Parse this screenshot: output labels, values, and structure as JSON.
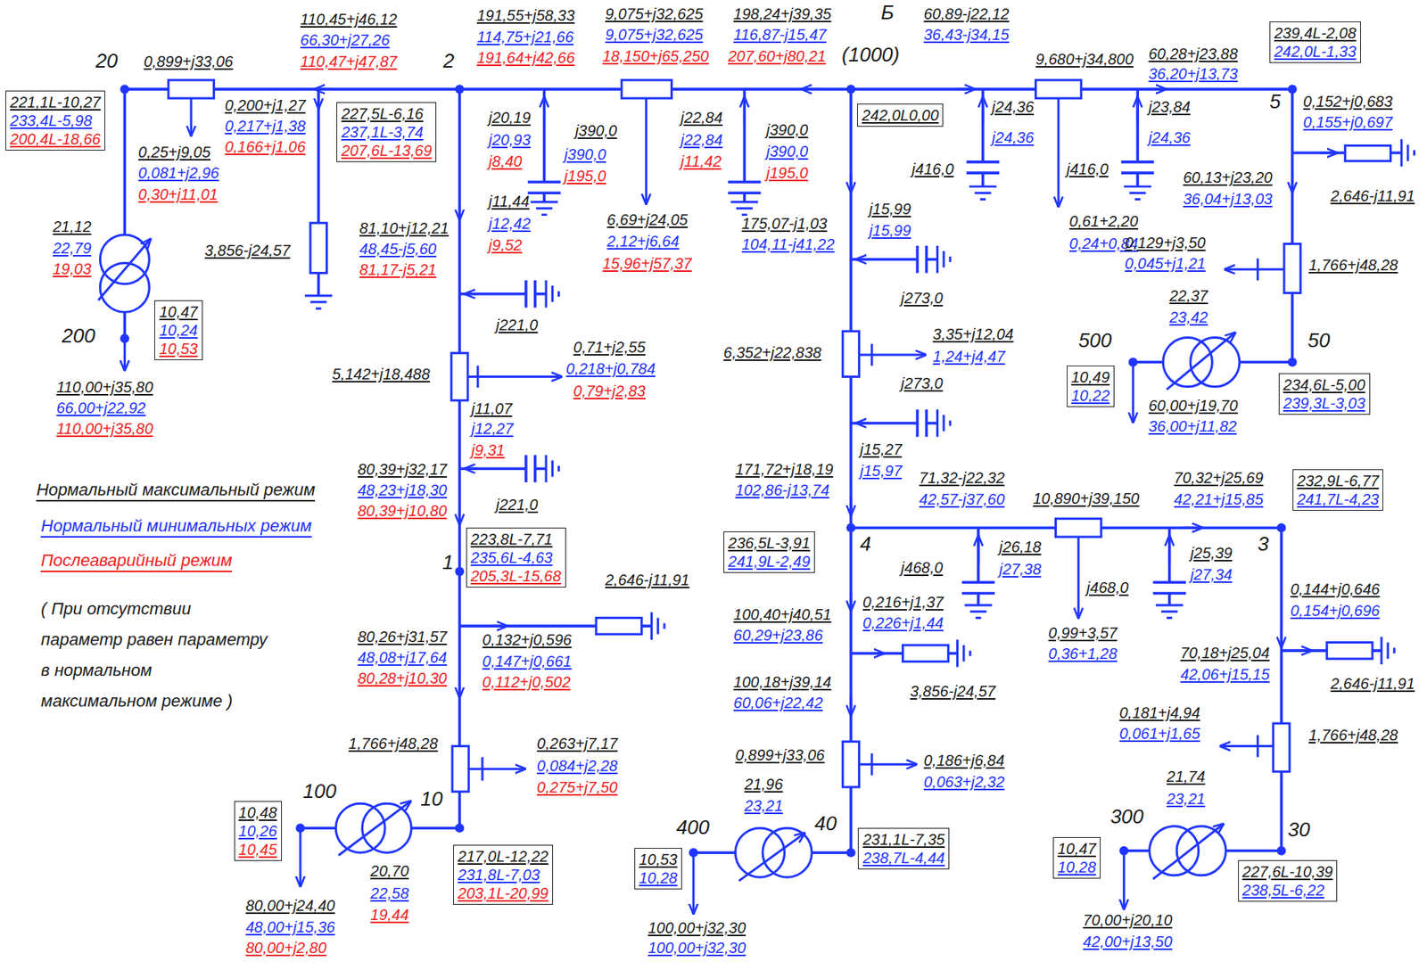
{
  "diagram": {
    "nodes": [
      {
        "text": [
          "239,4L-2,08",
          "242,0L-1,33"
        ]
      },
      {
        "text": [
          "221,1L-10,27",
          "233,4L-5,98",
          "200,4L-18,66"
        ]
      },
      {
        "text": [
          "227,5L-6,16",
          "237,1L-3,74",
          "207,6L-13,69"
        ]
      },
      {
        "text": [
          "242,0L0,00"
        ]
      },
      {
        "text": [
          "10,47",
          "10,24",
          "10,53"
        ]
      },
      {
        "text": [
          "10,49",
          "10,22"
        ]
      },
      {
        "text": [
          "234,6L-5,00",
          "239,3L-3,03"
        ]
      },
      {
        "text": [
          "232,9L-6,77",
          "241,7L-4,23"
        ]
      },
      {
        "text": [
          "223,8L-7,71",
          "235,6L-4,63",
          "205,3L-15,68"
        ]
      },
      {
        "text": [
          "236,5L-3,91",
          "241,9L-2,49"
        ]
      },
      {
        "text": [
          "10,48",
          "10,26",
          "10,45"
        ]
      },
      {
        "text": [
          "217,0L-12,22",
          "231,8L-7,03",
          "203,1L-20,99"
        ]
      },
      {
        "text": [
          "231,1L-7,35",
          "238,7L-4,44"
        ]
      },
      {
        "text": [
          "10,53",
          "10,28"
        ]
      },
      {
        "text": [
          "10,47",
          "10,28"
        ]
      },
      {
        "text": [
          "227,6L-10,39",
          "238,5L-6,22"
        ]
      }
    ],
    "labels": [
      "20",
      "0,899+j33,06",
      "110,45+j46,12",
      "66,30+j27,26",
      "110,47+j47,87",
      "2",
      "191,55+j58,33",
      "114,75+j21,66",
      "191,64+j42,66",
      "9,075+j32,625",
      "9,075+j32,625",
      "18,150+j65,250",
      "198,24+j39,35",
      "116,87-j15,47",
      "207,60+j80,21",
      "Б",
      "(1000)",
      "60,89-j22,12",
      "36,43-j34,15",
      "9,680+j34,800",
      "60,28+j23,88",
      "36,20+j13,73",
      "j24,36",
      "j24,36",
      "j416,0",
      "j23,84",
      "j24,36",
      "j416,0",
      "0,61+2,20",
      "0,24+0,84",
      "5",
      "0,152+j0,683",
      "0,155+j0,697",
      "2,646-j11,91",
      "60,13+j23,20",
      "36,04+j13,03",
      "0,129+j3,50",
      "0,045+j1,21",
      "1,766+j48,28",
      "22,37",
      "23,42",
      "500",
      "50",
      "60,00+j19,70",
      "36,00+j11,82",
      "0,200+j1,27",
      "0,217+j1,38",
      "0,166+j1,06",
      "0,25+j9,05",
      "0,081+j2,96",
      "0,30+j11,01",
      "3,856-j24,57",
      "21,12",
      "22,79",
      "19,03",
      "200",
      "110,00+j35,80",
      "66,00+j22,92",
      "110,00+j35,80",
      "j20,19",
      "j20,93",
      "j8,40",
      "j390,0",
      "j390,0",
      "j195,0",
      "j22,84",
      "j22,84",
      "j11,42",
      "j390,0",
      "j390,0",
      "j195,0",
      "6,69+j24,05",
      "2,12+j6,64",
      "15,96+j57,37",
      "81,10+j12,21",
      "48,45-j5,60",
      "81,17-j5,21",
      "j11,44",
      "j12,42",
      "j9,52",
      "j221,0",
      "5,142+j18,488",
      "0,71+j2,55",
      "0,218+j0,784",
      "0,79+j2,83",
      "j11,07",
      "j12,27",
      "j9,31",
      "j221,0",
      "80,39+j32,17",
      "48,23+j18,30",
      "80,39+j10,80",
      "1",
      "2,646-j11,91",
      "0,132+j0,596",
      "0,147+j0,661",
      "0,112+j0,502",
      "80,26+j31,57",
      "48,08+j17,64",
      "80,28+j10,30",
      "1,766+j48,28",
      "0,263+j7,17",
      "0,084+j2,28",
      "0,275+j7,50",
      "100",
      "10",
      "20,70",
      "22,58",
      "19,44",
      "80,00+j24,40",
      "48,00+j15,36",
      "80,00+j2,80",
      "j15,99",
      "j15,99",
      "175,07-j1,03",
      "104,11-j41,22",
      "j273,0",
      "3,35+j12,04",
      "1,24+j4,47",
      "6,352+j22,838",
      "j273,0",
      "j15,27",
      "j15,97",
      "171,72+j18,19",
      "102,86-j13,74",
      "71,32-j22,32",
      "42,57-j37,60",
      "10,890+j39,150",
      "70,32+j25,69",
      "42,21+j15,85",
      "4",
      "3",
      "j468,0",
      "j26,18",
      "j27,38",
      "j25,39",
      "j27,34",
      "j468,0",
      "0,216+j1,37",
      "0,226+j1,44",
      "100,40+j40,51",
      "60,29+j23,86",
      "0,99+3,57",
      "0,36+1,28",
      "0,144+j0,646",
      "0,154+j0,696",
      "70,18+j25,04",
      "42,06+j15,15",
      "100,18+j39,14",
      "60,06+j22,42",
      "3,856-j24,57",
      "2,646-j11,91",
      "0,181+j4,94",
      "0,061+j1,65",
      "1,766+j48,28",
      "0,899+j33,06",
      "0,186+j6,84",
      "0,063+j2,32",
      "21,96",
      "23,21",
      "21,74",
      "23,21",
      "300",
      "400",
      "40",
      "30",
      "100,00+j32,30",
      "100,00+j32,30",
      "70,00+j20,10",
      "42,00+j13,50",
      "( При отсутствии параметр равен параметру в нормальном максимальном режиме )"
    ],
    "legend": [
      {
        "text": "Нормальный максимальный режим",
        "color": "#1a1a1a"
      },
      {
        "text": "Нормальный минимальных режим",
        "color": "#1e32ff"
      },
      {
        "text": "Послеаварийный режим",
        "color": "#f01e1e"
      }
    ]
  }
}
